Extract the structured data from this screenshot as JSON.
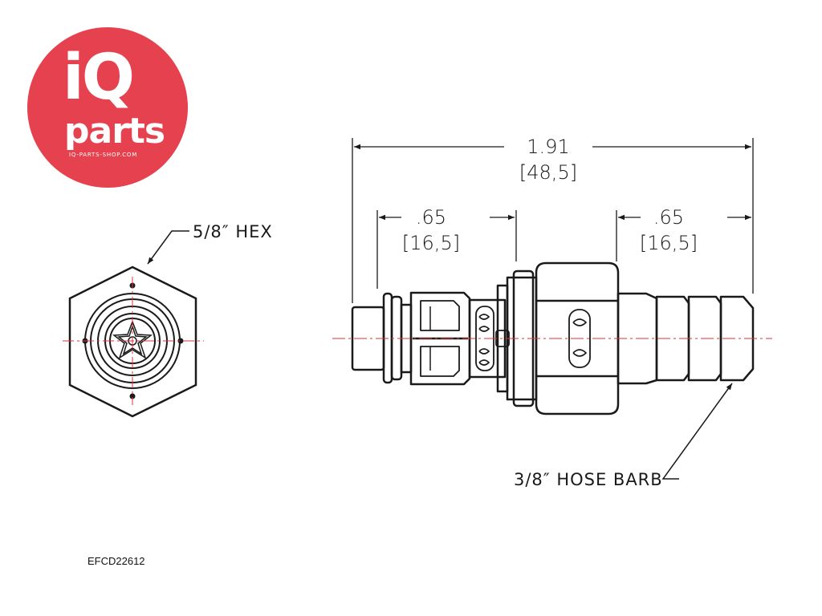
{
  "logo": {
    "word_top": "iQ",
    "word_bottom": "parts",
    "url": "IQ-PARTS-SHOP.COM",
    "color": "#e6414e"
  },
  "drawing": {
    "overall_length_in": "1.91",
    "overall_length_mm": "[48,5]",
    "left_length_in": ".65",
    "left_length_mm": "[16,5]",
    "right_length_in": ".65",
    "right_length_mm": "[16,5]",
    "hex_label": "5/8″ HEX",
    "barb_label": "3/8″ HOSE BARB",
    "centerline_color": "#e0323c"
  },
  "part_code": "EFCD22612"
}
